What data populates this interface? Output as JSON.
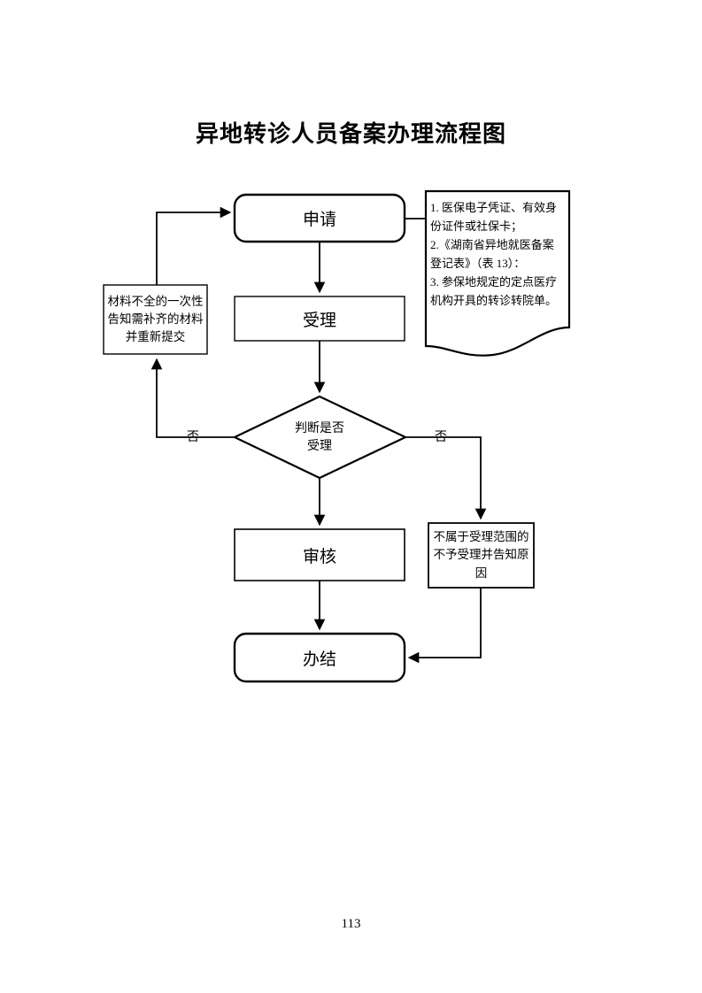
{
  "document": {
    "title": "异地转诊人员备案办理流程图",
    "page_number": "113"
  },
  "flowchart": {
    "type": "flowchart",
    "nodes": [
      {
        "id": "apply",
        "label": "申请",
        "shape": "rounded-rect"
      },
      {
        "id": "accept",
        "label": "受理",
        "shape": "rect"
      },
      {
        "id": "decision",
        "label_line1": "判断是否",
        "label_line2": "受理",
        "shape": "diamond"
      },
      {
        "id": "review",
        "label": "审核",
        "shape": "rect"
      },
      {
        "id": "complete",
        "label": "办结",
        "shape": "rounded-rect"
      },
      {
        "id": "incomplete",
        "label": "材料不全的一次性告知需补齐的材料并重新提交",
        "shape": "rect"
      },
      {
        "id": "out-of-scope",
        "label": "不属于受理范围的不予受理并告知原因",
        "shape": "rect"
      }
    ],
    "edge_labels": {
      "left_branch": "否",
      "right_branch": "否"
    },
    "note": {
      "shape": "document",
      "lines": [
        "1. 医保电子凭证、有效身份证件或社保卡；",
        "2.《湖南省异地就医备案登记表》（表 13）：",
        "3. 参保地规定的定点医疗机构开具的转诊转院单。"
      ]
    },
    "colors": {
      "stroke": "#000000",
      "fill": "#ffffff",
      "text": "#000000"
    }
  }
}
